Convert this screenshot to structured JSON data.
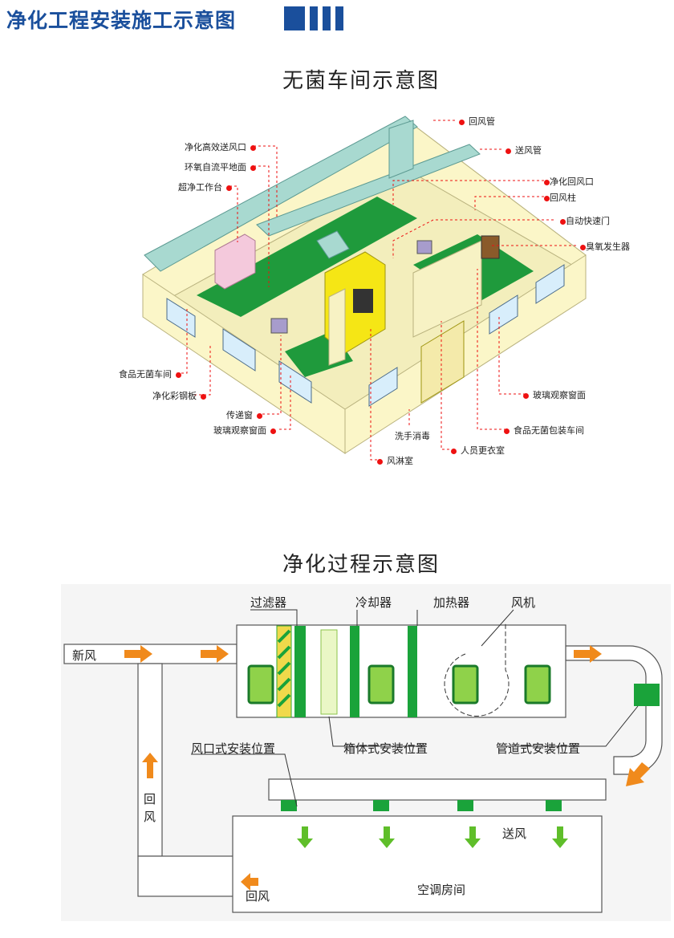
{
  "page_title": "净化工程安装施工示意图",
  "section1": {
    "title": "无菌车间示意图",
    "labels": {
      "return_duct": "回风管",
      "supply_duct": "送风管",
      "hepa_outlet": "净化高效送风口",
      "epoxy_floor": "环氧自流平地面",
      "clean_bench": "超净工作台",
      "return_outlet": "净化回风口",
      "return_column": "回风柱",
      "rapid_door": "自动快速门",
      "ozone_gen": "臭氧发生器",
      "food_room": "食品无菌车间",
      "steel_panel": "净化彩钢板",
      "pass_box": "传递窗",
      "glass_window_left": "玻璃观察窗面",
      "glass_window_right": "玻璃观察窗面",
      "food_pack_room": "食品无菌包装车间",
      "hand_wash": "洗手消毒",
      "changing_room": "人员更衣室",
      "air_shower": "风淋室"
    }
  },
  "section2": {
    "title": "净化过程示意图",
    "labels": {
      "filter": "过滤器",
      "cooler": "冷却器",
      "heater": "加热器",
      "fan": "风机",
      "fresh_air": "新风",
      "outlet_install": "风口式安装位置",
      "box_install": "箱体式安装位置",
      "duct_install": "管道式安装位置",
      "return_air_vertical": "回\n风",
      "supply_air": "送风",
      "ac_room": "空调房间",
      "return_air_bottom": "回风"
    }
  },
  "colors": {
    "title_blue": "#1a4f9c",
    "duct": "#a8d9d0",
    "floor": "#1f9a3c",
    "wall": "#fbf6c8",
    "callout": "#e11111",
    "arrow_orange": "#f08a1c",
    "arrow_green": "#5fbe2a",
    "unit_green": "#1aa33a"
  }
}
